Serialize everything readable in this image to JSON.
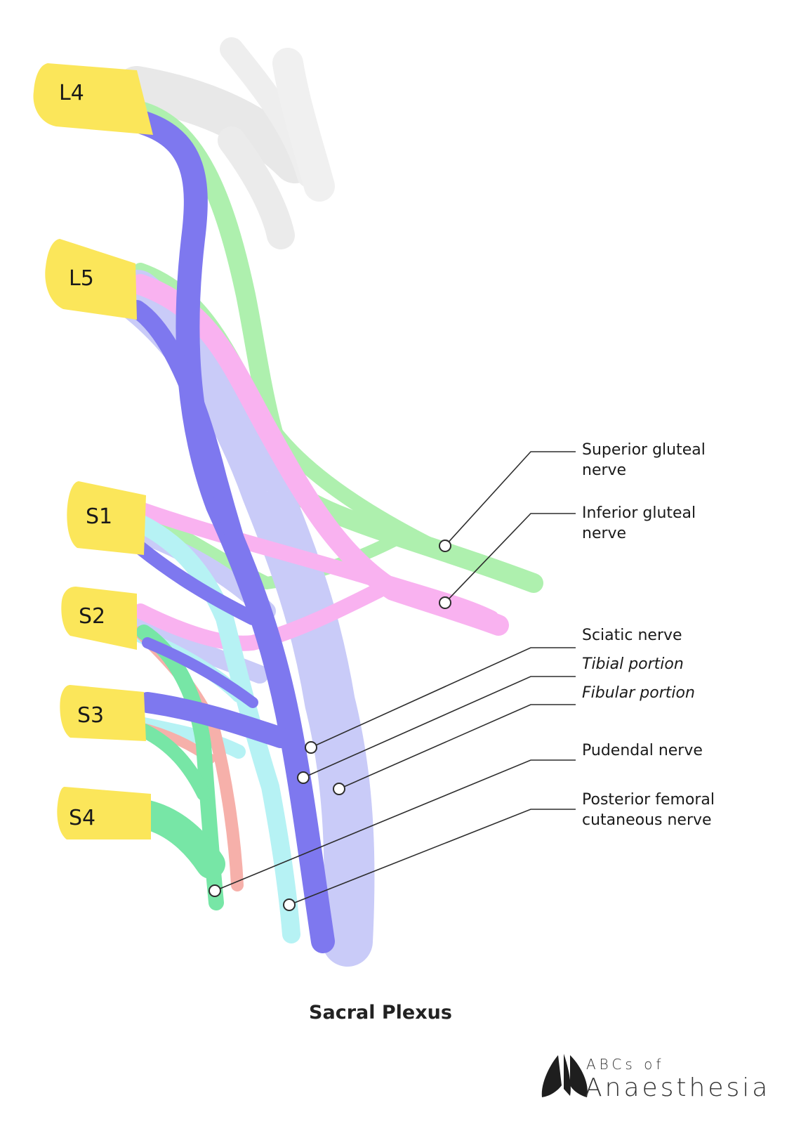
{
  "diagram": {
    "title": "Sacral Plexus",
    "roots": [
      {
        "id": "l4",
        "label": "L4"
      },
      {
        "id": "l5",
        "label": "L5"
      },
      {
        "id": "s1",
        "label": "S1"
      },
      {
        "id": "s2",
        "label": "S2"
      },
      {
        "id": "s3",
        "label": "S3"
      },
      {
        "id": "s4",
        "label": "S4"
      }
    ],
    "labels": {
      "superior_gluteal": [
        "Superior gluteal",
        "nerve"
      ],
      "inferior_gluteal": [
        "Inferior gluteal",
        "nerve"
      ],
      "sciatic": "Sciatic nerve",
      "tibial": "Tibial portion",
      "fibular": "Fibular portion",
      "pudendal": "Pudendal nerve",
      "posterior_femoral": [
        "Posterior femoral",
        "cutaneous nerve"
      ]
    },
    "colors": {
      "root": "#fbe65a",
      "lumbosacral_trunk": "#ececec",
      "superior_gluteal": "#b8f5b8",
      "inferior_gluteal": "#fbb6f2",
      "tibial": "#7f7af0",
      "fibular": "#c6c8f7",
      "posterior_femoral": "#b6f3f3",
      "pudendal": "#74e8a8",
      "pink_branch": "#f7b1aa"
    }
  },
  "brand": {
    "line1": "ABCs of",
    "line2": "Anaesthesia"
  }
}
